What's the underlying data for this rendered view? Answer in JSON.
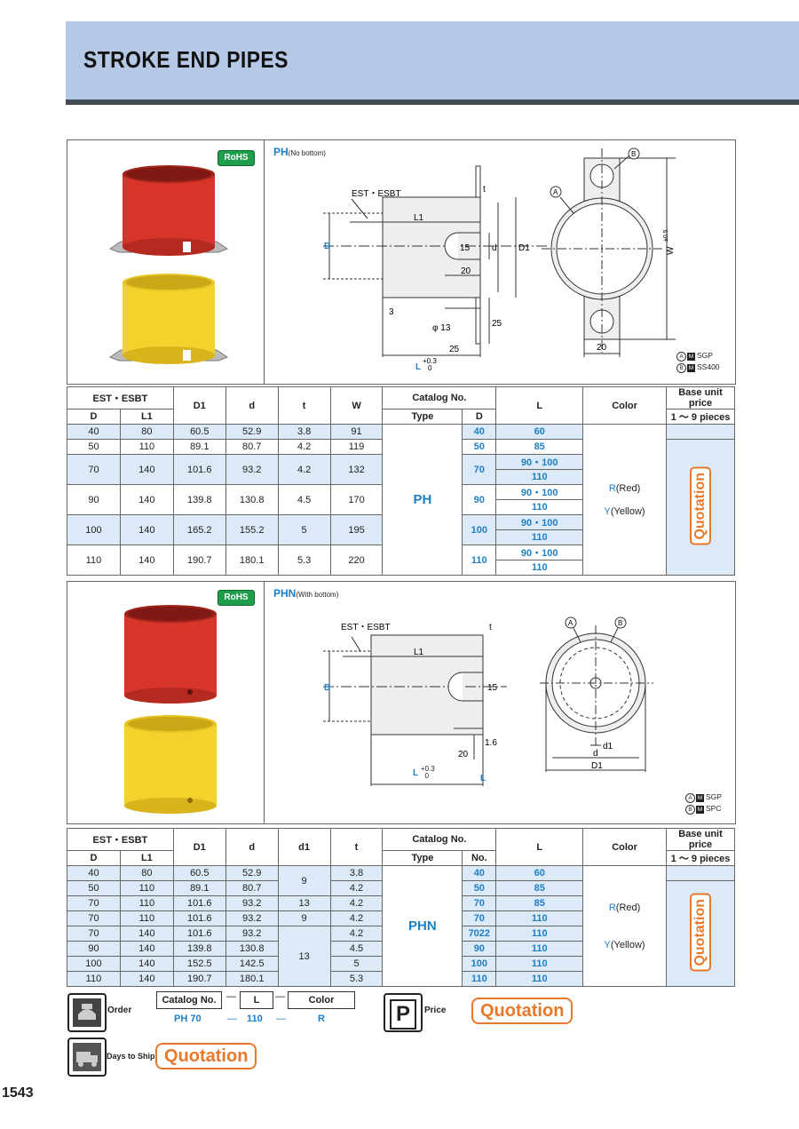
{
  "header": {
    "title": "STROKE END PIPES"
  },
  "rohs": "RoHS",
  "ph": {
    "code": "PH",
    "subtitle": "(No bottom)",
    "dims": {
      "est": "EST・ESBT",
      "l1": "L1",
      "d": "D",
      "d_small": "d",
      "d1": "D1",
      "w": "W",
      "w_tol": "±0.5",
      "t": "t",
      "n15": "15",
      "n20": "20",
      "n3": "3",
      "n25": "25",
      "phi13": "φ 13",
      "n25b": "25",
      "l": "L",
      "l_tol_up": "+0.3",
      "l_tol_dn": "0",
      "n20b": "20",
      "ca": "A",
      "cb": "B"
    },
    "materials": [
      {
        "mark": "A",
        "m": "M",
        "text": "SGP"
      },
      {
        "mark": "B",
        "m": "M",
        "text": "SS400"
      }
    ],
    "table": {
      "headers": {
        "est": "EST・ESBT",
        "D": "D",
        "L1": "L1",
        "D1": "D1",
        "d": "d",
        "t": "t",
        "W": "W",
        "catalog": "Catalog No.",
        "type": "Type",
        "catD": "D",
        "L": "L",
        "color": "Color",
        "price": "Base unit price",
        "qty": "1 ～ 9 pieces"
      },
      "rows": [
        {
          "D": "40",
          "L1": "80",
          "D1": "60.5",
          "d": "52.9",
          "t": "3.8",
          "W": "91",
          "cD": "40",
          "L": [
            "60"
          ]
        },
        {
          "D": "50",
          "L1": "110",
          "D1": "89.1",
          "d": "80.7",
          "t": "4.2",
          "W": "119",
          "cD": "50",
          "L": [
            "85"
          ]
        },
        {
          "D": "70",
          "L1": "140",
          "D1": "101.6",
          "d": "93.2",
          "t": "4.2",
          "W": "132",
          "cD": "70",
          "L": [
            "90・100",
            "110"
          ]
        },
        {
          "D": "90",
          "L1": "140",
          "D1": "139.8",
          "d": "130.8",
          "t": "4.5",
          "W": "170",
          "cD": "90",
          "L": [
            "90・100",
            "110"
          ]
        },
        {
          "D": "100",
          "L1": "140",
          "D1": "165.2",
          "d": "155.2",
          "t": "5",
          "W": "195",
          "cD": "100",
          "L": [
            "90・100",
            "110"
          ]
        },
        {
          "D": "110",
          "L1": "140",
          "D1": "190.7",
          "d": "180.1",
          "t": "5.3",
          "W": "220",
          "cD": "110",
          "L": [
            "90・100",
            "110"
          ]
        }
      ],
      "type": "PH",
      "color_r": "R",
      "color_r_text": "(Red)",
      "color_y": "Y",
      "color_y_text": "(Yellow)",
      "quotation": "Quotation"
    }
  },
  "phn": {
    "code": "PHN",
    "subtitle": "(With bottom)",
    "dims": {
      "est": "EST・ESBT",
      "l1": "L1",
      "d": "D",
      "t": "t",
      "n15": "15",
      "n16": "1.6",
      "n20": "20",
      "l": "L",
      "l_tol_up": "+0.3",
      "l_tol_dn": "0",
      "d1": "d1",
      "dd": "d",
      "D1": "D1",
      "ca": "A",
      "cb": "B"
    },
    "materials": [
      {
        "mark": "A",
        "m": "M",
        "text": "SGP"
      },
      {
        "mark": "B",
        "m": "M",
        "text": "SPC"
      }
    ],
    "table": {
      "headers": {
        "est": "EST・ESBT",
        "D": "D",
        "L1": "L1",
        "D1": "D1",
        "d": "d",
        "d1": "d1",
        "t": "t",
        "catalog": "Catalog No.",
        "type": "Type",
        "no": "No.",
        "L": "L",
        "color": "Color",
        "price": "Base unit price",
        "qty": "1 ～ 9 pieces"
      },
      "rows": [
        {
          "D": "40",
          "L1": "80",
          "D1": "60.5",
          "d": "52.9",
          "t": "3.8",
          "no": "40",
          "L": "60"
        },
        {
          "D": "50",
          "L1": "110",
          "D1": "89.1",
          "d": "80.7",
          "t": "4.2",
          "no": "50",
          "L": "85"
        },
        {
          "D": "70",
          "L1": "110",
          "D1": "101.6",
          "d": "93.2",
          "t": "4.2",
          "no": "70",
          "L": "85"
        },
        {
          "D": "70",
          "L1": "110",
          "D1": "101.6",
          "d": "93.2",
          "t": "4.2",
          "no": "70",
          "L": "110"
        },
        {
          "D": "70",
          "L1": "140",
          "D1": "101.6",
          "d": "93.2",
          "t": "4.2",
          "no": "7022",
          "L": "110"
        },
        {
          "D": "90",
          "L1": "140",
          "D1": "139.8",
          "d": "130.8",
          "t": "4.5",
          "no": "90",
          "L": "110"
        },
        {
          "D": "100",
          "L1": "140",
          "D1": "152.5",
          "d": "142.5",
          "t": "5",
          "no": "100",
          "L": "110"
        },
        {
          "D": "110",
          "L1": "140",
          "D1": "190.7",
          "d": "180.1",
          "t": "5.3",
          "no": "110",
          "L": "110"
        }
      ],
      "d1_a": "9",
      "d1_b": "13",
      "d1_c": "9",
      "d1_d": "13",
      "type": "PHN",
      "color_r": "R",
      "color_r_text": "(Red)",
      "color_y": "Y",
      "color_y_text": "(Yellow)",
      "quotation": "Quotation"
    }
  },
  "order": {
    "label": "Order",
    "h_catalog": "Catalog No.",
    "dash": "—",
    "h_l": "L",
    "h_color": "Color",
    "v_catalog": "PH 70",
    "v_l": "110",
    "v_color": "R"
  },
  "price": {
    "label": "Price",
    "icon": "P",
    "value": "Quotation"
  },
  "ship": {
    "label": "Days to Ship",
    "value": "Quotation"
  },
  "page_number": "1543",
  "colors": {
    "accent": "#1d7fc6",
    "header": "#b5c9e6",
    "row_blue": "#dce9f6",
    "quotation": "#e8782a",
    "red_cup": "#d8352a",
    "yellow_cup": "#f3d22c",
    "rohs": "#1e9e4a"
  }
}
